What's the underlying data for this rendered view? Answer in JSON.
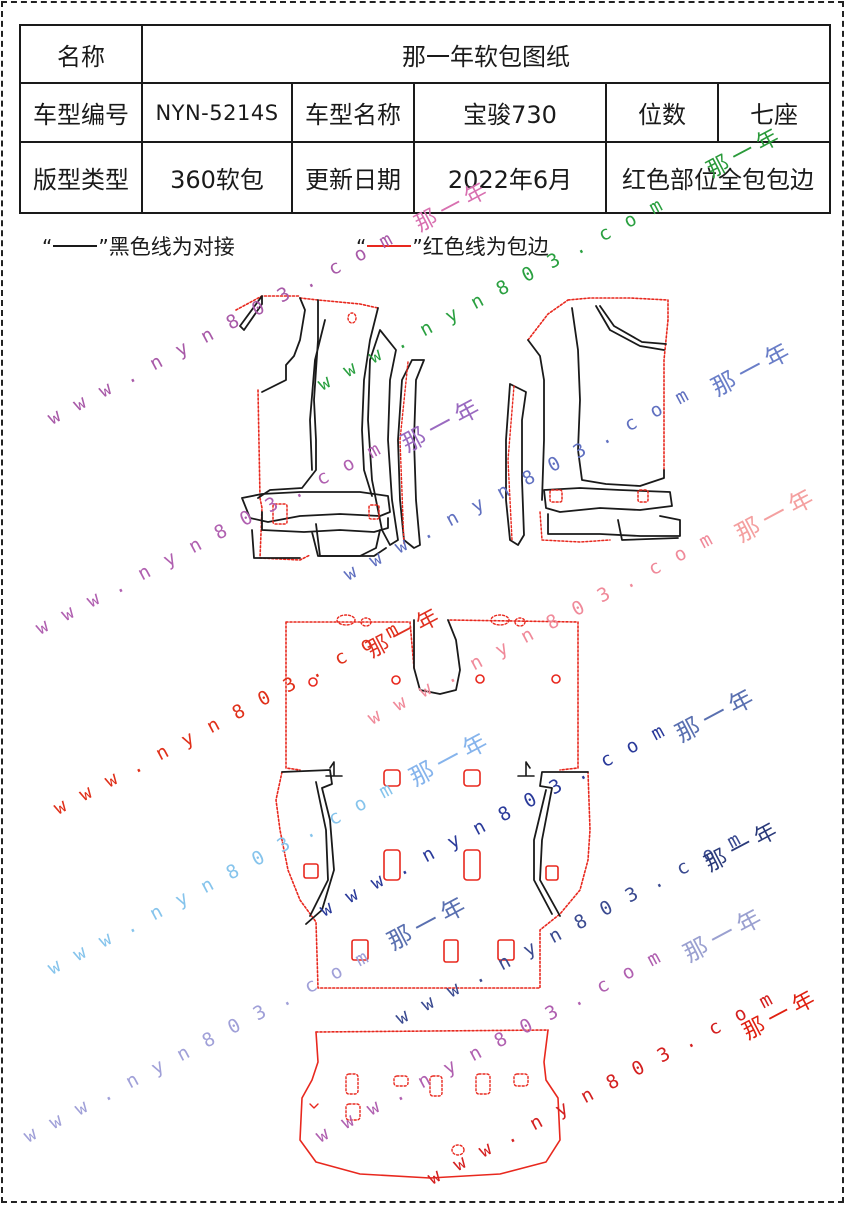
{
  "table": {
    "name_label": "名称",
    "name_value": "那一年软包图纸",
    "model_code_label": "车型编号",
    "model_code_value": "NYN-5214S",
    "model_name_label": "车型名称",
    "model_name_value": "宝骏730",
    "seats_label": "位数",
    "seats_value": "七座",
    "type_label": "版型类型",
    "type_value": "360软包",
    "date_label": "更新日期",
    "date_value": "2022年6月",
    "note_value": "红色部位全包包边"
  },
  "legend": {
    "open_quote": "“",
    "close_quote": "”",
    "black_text": "黑色线为对接",
    "red_text": "红色线为包边"
  },
  "watermarks": {
    "site": "w w w . n y n 8 0 3 . c o m",
    "brand": "那一年"
  },
  "colors": {
    "black_line": "#1a1a1a",
    "red_line": "#e8281e"
  }
}
